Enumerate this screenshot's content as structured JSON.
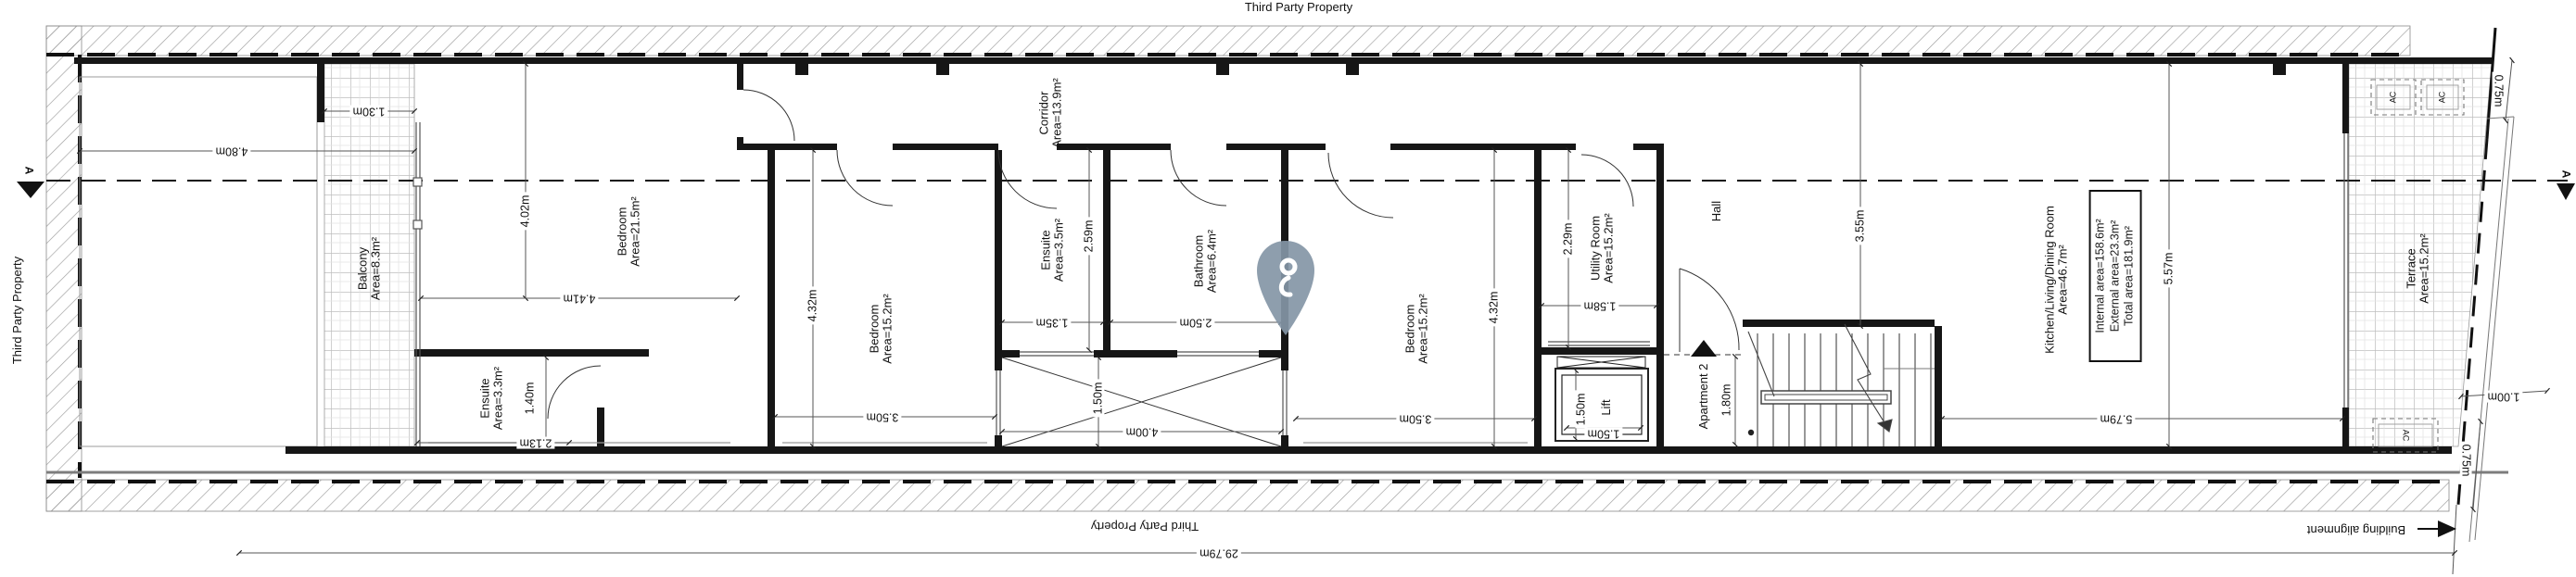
{
  "labels": {
    "third_party_top": "Third Party Property",
    "third_party_left": "Third Party Property",
    "third_party_bottom": "Third Party Property",
    "building_alignment": "Building alignment",
    "section_a": "A",
    "hall": "Hall",
    "lift": "Lift",
    "apartment2": "Apartment 2",
    "ac": "AC"
  },
  "rooms": {
    "balcony": {
      "name": "Balcony",
      "area": "Area=8.3m²"
    },
    "bedroom1": {
      "name": "Bedroom",
      "area": "Area=21.5m²"
    },
    "ensuite1": {
      "name": "Ensuite",
      "area": "Area=3.3m²"
    },
    "bedroom2": {
      "name": "Bedroom",
      "area": "Area=15.2m²"
    },
    "corridor": {
      "name": "Corridor",
      "area": "Area=13.9m²"
    },
    "ensuite2": {
      "name": "Ensuite",
      "area": "Area=3.5m²"
    },
    "bathroom": {
      "name": "Bathroom",
      "area": "Area=6.4m²"
    },
    "bedroom3": {
      "name": "Bedroom",
      "area": "Area=15.2m²"
    },
    "utility": {
      "name": "Utility Room",
      "area": "Area=15.2m²"
    },
    "kitchen": {
      "name": "Kitchen/Living/Dining Room",
      "area": "Area=46.7m²"
    },
    "terrace": {
      "name": "Terrace",
      "area": "Area=15.2m²"
    }
  },
  "areas_box": {
    "internal": "Internal area=158.6m²",
    "external": "External area=23.3m²",
    "total": "Total area=181.9m²"
  },
  "dims": {
    "d130": "1.30m",
    "d480": "4.80m",
    "d402": "4.02m",
    "d441": "4.41m",
    "d140": "1.40m",
    "d213": "2.13m",
    "d432": "4.32m",
    "d350": "3.50m",
    "d135": "1.35m",
    "d259": "2.59m",
    "d250": "2.50m",
    "d150": "1.50m",
    "d400": "4.00m",
    "d229": "2.29m",
    "d158": "1.58m",
    "d180": "1.80m",
    "d355": "3.55m",
    "d557": "5.57m",
    "d579": "5.79m",
    "d075": "0.75m",
    "d100": "1.00m",
    "d2979": "29.79m"
  }
}
